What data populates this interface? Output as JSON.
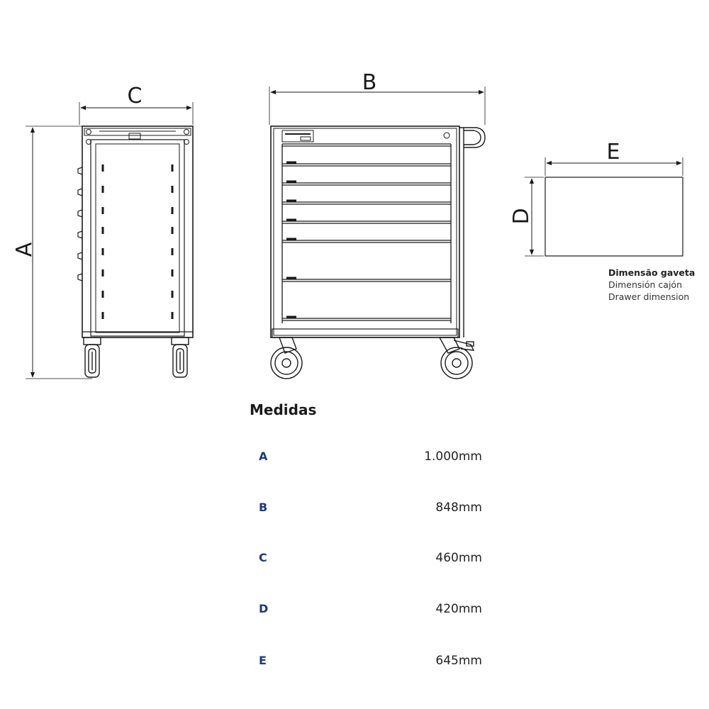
{
  "dimension_labels": {
    "a": "A",
    "b": "B",
    "c": "C",
    "d": "D",
    "e": "E"
  },
  "drawer_caption": {
    "pt": "Dimensão gaveta",
    "es": "Dimensión cajón",
    "en": "Drawer dimension"
  },
  "measures": {
    "title": "Medidas",
    "rows": [
      {
        "key": "A",
        "value": "1.000mm"
      },
      {
        "key": "B",
        "value": "848mm"
      },
      {
        "key": "C",
        "value": "460mm"
      },
      {
        "key": "D",
        "value": "420mm"
      },
      {
        "key": "E",
        "value": "645mm"
      }
    ]
  },
  "colors": {
    "line": "#1a1a1a",
    "key_blue": "#1d3a7a"
  }
}
